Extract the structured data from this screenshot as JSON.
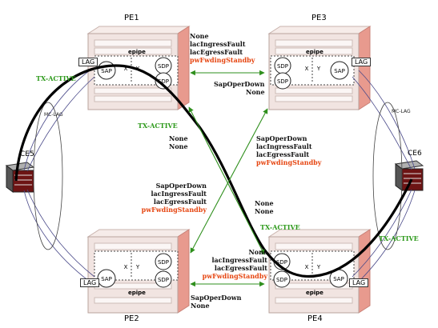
{
  "nodes": {
    "pe1": "PE1",
    "pe2": "PE2",
    "pe3": "PE3",
    "pe4": "PE4",
    "ce5": "CE5",
    "ce6": "CE6"
  },
  "labels": {
    "lag": "LAG",
    "sap": "SAP",
    "sdp": "SDP",
    "epipe": "epipe",
    "mc_lag": "MC-LAG",
    "x": "X",
    "y": "Y"
  },
  "pe1_status": {
    "line1": "None",
    "line2": "lacIngressFault",
    "line3": "lacEgressFault",
    "line4": "pwFwdingStandby"
  },
  "pe3_status": {
    "line1": "SapOperDown",
    "line2": "None"
  },
  "center_left": {
    "line1": "None",
    "line2": "None"
  },
  "center_right": {
    "line1": "SapOperDown",
    "line2": "lacIngressFault",
    "line3": "lacEgressFault",
    "line4": "pwFwdingStandby"
  },
  "pe2_upper": {
    "line1": "SapOperDown",
    "line2": "lacIngressFault",
    "line3": "lacEgressFault",
    "line4": "pwFwdingStandby"
  },
  "pe4_upper": {
    "line1": "None",
    "line2": "None"
  },
  "pe4_status": {
    "line1": "None",
    "line2": "lacIngressFault",
    "line3": "lacEgressFault",
    "line4": "pwFwdingStandby"
  },
  "pe2_status": {
    "line1": "SapOperDown",
    "line2": "None"
  },
  "tx_active": {
    "left": "TX-ACTIVE",
    "center_top": "TX-ACTIVE",
    "center_bottom": "TX-ACTIVE",
    "right": "TX-ACTIVE"
  },
  "colors": {
    "router_body": "#f1e4e1",
    "router_side": "#e89a8e",
    "arrow_green": "#2e8f1c",
    "status_red": "#e64510",
    "tx_green": "#2e9a1c"
  }
}
